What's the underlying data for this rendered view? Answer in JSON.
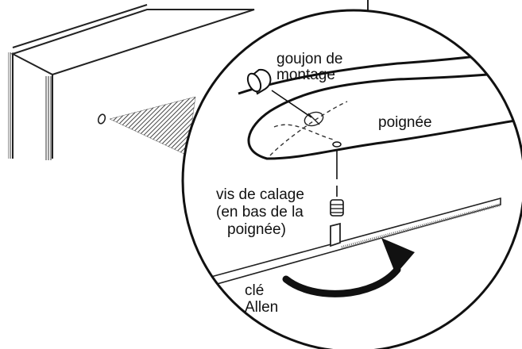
{
  "labels": {
    "mounting_peg_line1": "goujon de",
    "mounting_peg_line2": "montage",
    "handle": "poignée",
    "set_screw_line1": "vis de calage",
    "set_screw_line2": "(en bas de la",
    "set_screw_line3": "poignée)",
    "allen_key_line1": "clé",
    "allen_key_line2": "Allen"
  },
  "icons": {
    "rotation_arrow": "curved-arrow-icon",
    "set_screw": "screw-icon",
    "mounting_peg": "peg-icon"
  }
}
